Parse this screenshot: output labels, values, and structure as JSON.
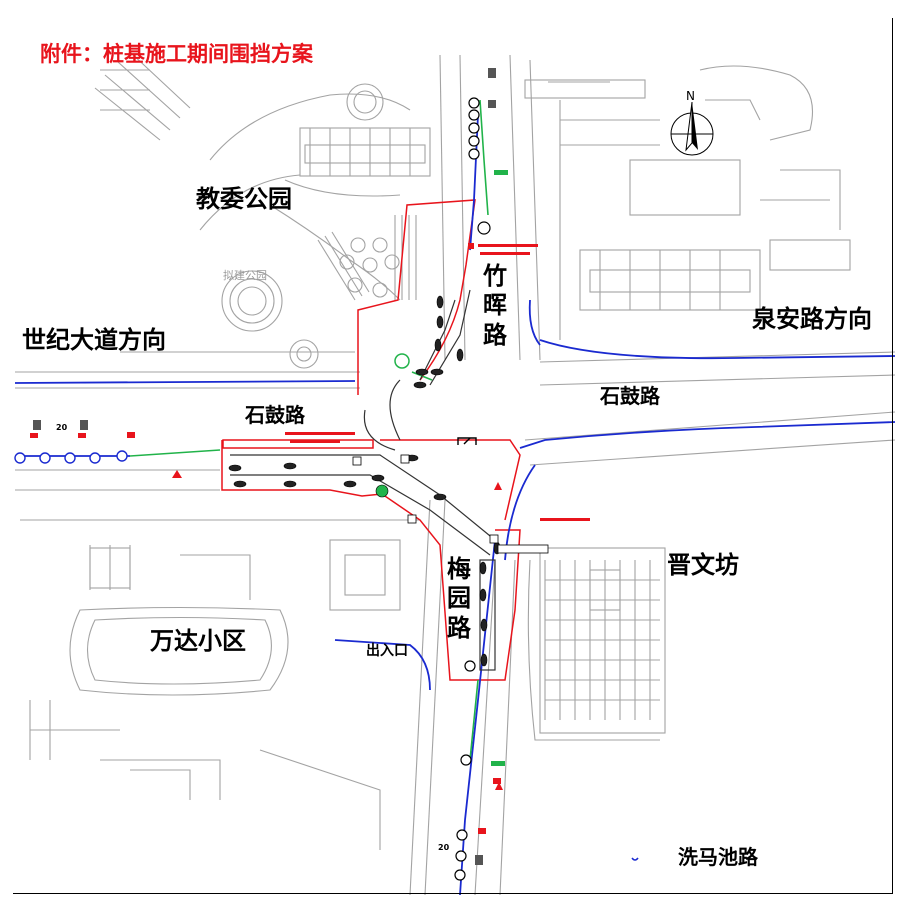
{
  "title": "附件：桩基施工期间围挡方案",
  "labels": {
    "park": "教委公园",
    "century_ave": "世纪大道方向",
    "quanan_rd": "泉安路方向",
    "shigu_rd_left": "石鼓路",
    "shigu_rd_right": "石鼓路",
    "zhuhui_rd": "竹晖路",
    "meiyuan_rd": "梅园路",
    "jinwenfang": "晋文坊",
    "wanda": "万达小区",
    "exit_entry": "出入口",
    "ximachi_rd": "洗马池路",
    "planned_park": "拟建公园"
  },
  "compass": {
    "north": "N"
  },
  "sign_values": [
    "20",
    "20"
  ],
  "colors": {
    "title": "#e8141c",
    "hoarding": "#e8141c",
    "traffic_line": "#1a2ad0",
    "green_line": "#21b34a",
    "basemap": "#9a9a9a"
  },
  "icons": [
    "compass-north-icon",
    "traffic-sign-icon",
    "cone-icon",
    "pile-icon"
  ]
}
